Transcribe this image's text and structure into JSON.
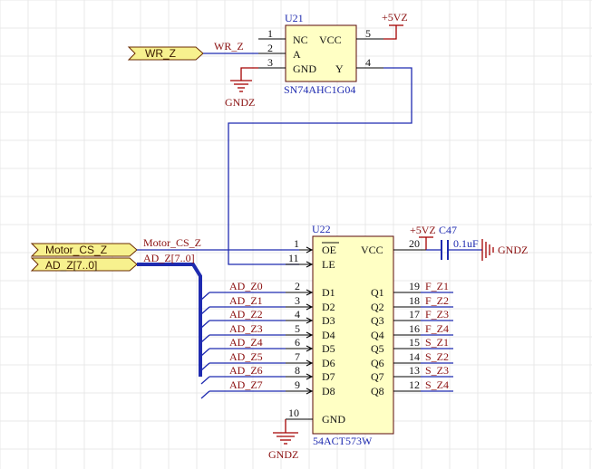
{
  "u21": {
    "designator": "U21",
    "part": "SN74AHC1G04",
    "pin_labels": {
      "nc": "NC",
      "vcc": "VCC",
      "a": "A",
      "gnd": "GND",
      "y": "Y"
    },
    "pin_numbers": {
      "nc": "1",
      "a": "2",
      "gnd": "3",
      "y": "4",
      "vcc": "5"
    },
    "power": "+5VZ",
    "ground": "GNDZ"
  },
  "wr_port": {
    "label": "WR_Z",
    "net": "WR_Z"
  },
  "motor_port": {
    "label": "Motor_CS_Z",
    "net": "Motor_CS_Z"
  },
  "ad_port": {
    "label": "AD_Z[7..0]",
    "net": "AD_Z[7..0]"
  },
  "u22": {
    "designator": "U22",
    "part": "54ACT573W",
    "pin_labels": {
      "oe": "OE",
      "le": "LE",
      "vcc": "VCC",
      "gnd": "GND",
      "d": [
        "D1",
        "D2",
        "D3",
        "D4",
        "D5",
        "D6",
        "D7",
        "D8"
      ],
      "q": [
        "Q1",
        "Q2",
        "Q3",
        "Q4",
        "Q5",
        "Q6",
        "Q7",
        "Q8"
      ]
    },
    "pin_numbers": {
      "oe": "1",
      "le": "11",
      "vcc": "20",
      "gnd": "10",
      "d": [
        "2",
        "3",
        "4",
        "5",
        "6",
        "7",
        "8",
        "9"
      ],
      "q": [
        "19",
        "18",
        "17",
        "16",
        "15",
        "14",
        "13",
        "12"
      ]
    },
    "power": "+5VZ",
    "ground": "GNDZ"
  },
  "ad_nets": [
    "AD_Z0",
    "AD_Z1",
    "AD_Z2",
    "AD_Z3",
    "AD_Z4",
    "AD_Z5",
    "AD_Z6",
    "AD_Z7"
  ],
  "q_nets": [
    "F_Z1",
    "F_Z2",
    "F_Z3",
    "F_Z4",
    "S_Z1",
    "S_Z2",
    "S_Z3",
    "S_Z4"
  ],
  "c47": {
    "designator": "C47",
    "value": "0.1uF",
    "ground": "GNDZ"
  },
  "colors": {
    "wire": "#1f2bb0",
    "net_label": "#8b1010",
    "component_body": "#ffffc4",
    "port_fill": "#f7f18e"
  }
}
